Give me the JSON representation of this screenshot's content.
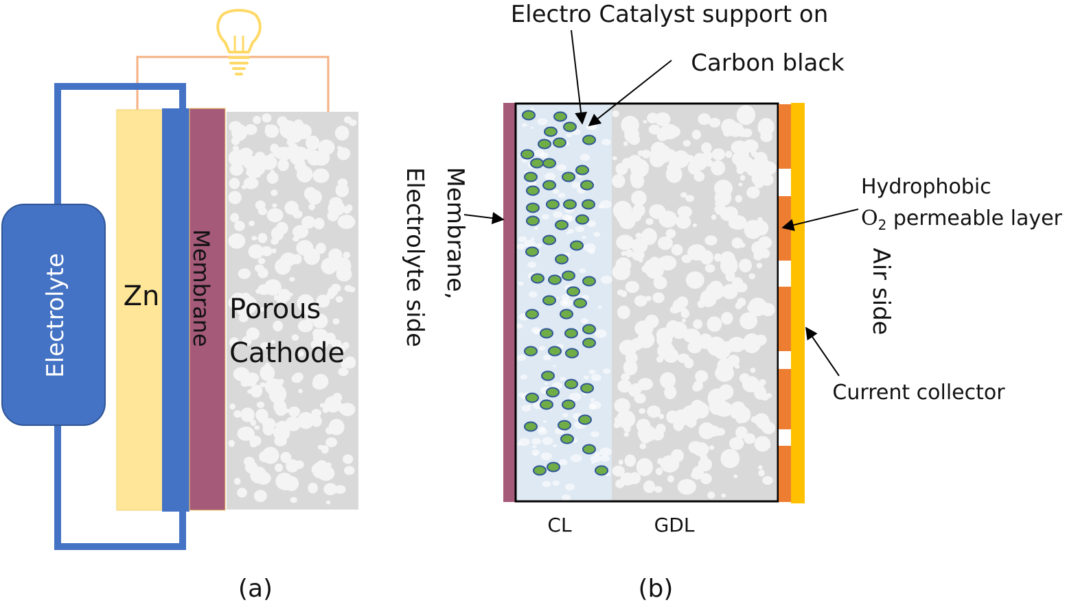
{
  "panel_a": {
    "caption": "(a)",
    "electrolyte_label": "Electrolyte",
    "zn_label": "Zn",
    "membrane_label": "Membrane",
    "cathode_label_line1": "Porous",
    "cathode_label_line2": "Cathode",
    "icon": "light-bulb-icon"
  },
  "panel_b": {
    "caption": "(b)",
    "catalyst_label_line1": "Electro Catalyst support on",
    "catalyst_label_line2": "Carbon black",
    "membrane_side_line1": "Membrane,",
    "membrane_side_line2": "Electrolyte side",
    "hydrophobic_line1": "Hydrophobic",
    "hydrophobic_o": "O",
    "hydrophobic_sub": "2",
    "hydrophobic_rest": " permeable layer",
    "air_side_label": "Air side",
    "current_collector_label": "Current collector",
    "cl_label": "CL",
    "gdl_label": "GDL"
  },
  "colors": {
    "electrolyte": "#4472C4",
    "electrolyte_dark": "#2F5597",
    "zn": "#FFE699",
    "membrane": "#A55A7A",
    "porous": "#D9D9D9",
    "pore": "#F4F4F4",
    "wire": "#F4B183",
    "bulb": "#FFD966",
    "catalyst_layer": "#DEEBF7",
    "particle": "#70AD47",
    "particle_edge": "#2F5597",
    "hydrophobic": "#ED7D31",
    "collector": "#FFC000"
  }
}
